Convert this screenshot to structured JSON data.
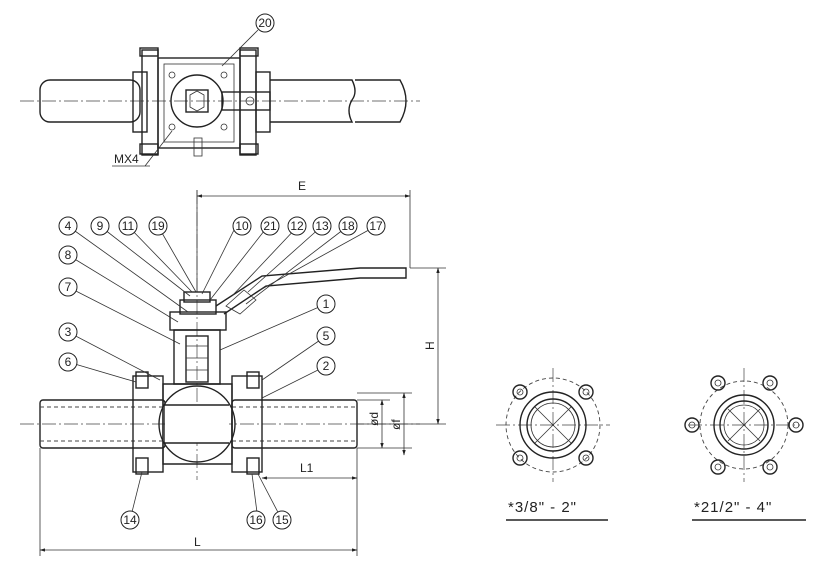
{
  "callouts": {
    "c20": "20",
    "c4": "4",
    "c9": "9",
    "c11": "11",
    "c19": "19",
    "c10": "10",
    "c21": "21",
    "c12": "12",
    "c13": "13",
    "c18": "18",
    "c17": "17",
    "c8": "8",
    "c7": "7",
    "c3": "3",
    "c6": "6",
    "c1": "1",
    "c5": "5",
    "c2": "2",
    "c14": "14",
    "c16": "16",
    "c15": "15"
  },
  "dimensions": {
    "bolt_spec": "MX4",
    "width_E": "E",
    "height_H": "H",
    "length_L": "L",
    "length_L1": "L1",
    "bore_d": "ød",
    "outer_f": "øf"
  },
  "flange_views": {
    "four_bolt": "*3/8\" - 2\"",
    "five_bolt": "*21/2\" - 4\""
  }
}
